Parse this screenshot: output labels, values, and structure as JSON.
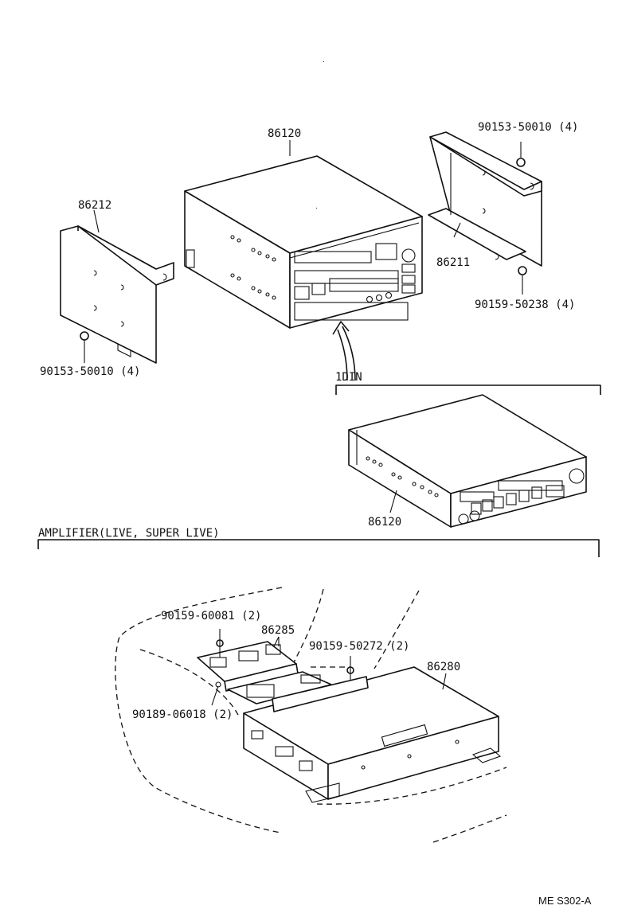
{
  "labels": {
    "radio_unit_top": "86120",
    "bracket_left": "86212",
    "screw_left": "90153-50010 (4)",
    "screw_right_top": "90153-50010 (4)",
    "bracket_right": "86211",
    "screw_right_bottom": "90159-50238 (4)",
    "din_label": "1DIN",
    "radio_unit_bottom": "86120",
    "amplifier_section": "AMPLIFIER(LIVE, SUPER LIVE)",
    "screw_amp_left": "90159-60081 (2)",
    "amp_bracket": "86285",
    "screw_amp_right": "90159-50272 (2)",
    "amplifier": "86280",
    "clip_amp": "90189-06018 (2)",
    "reference": "ME S302-A"
  }
}
